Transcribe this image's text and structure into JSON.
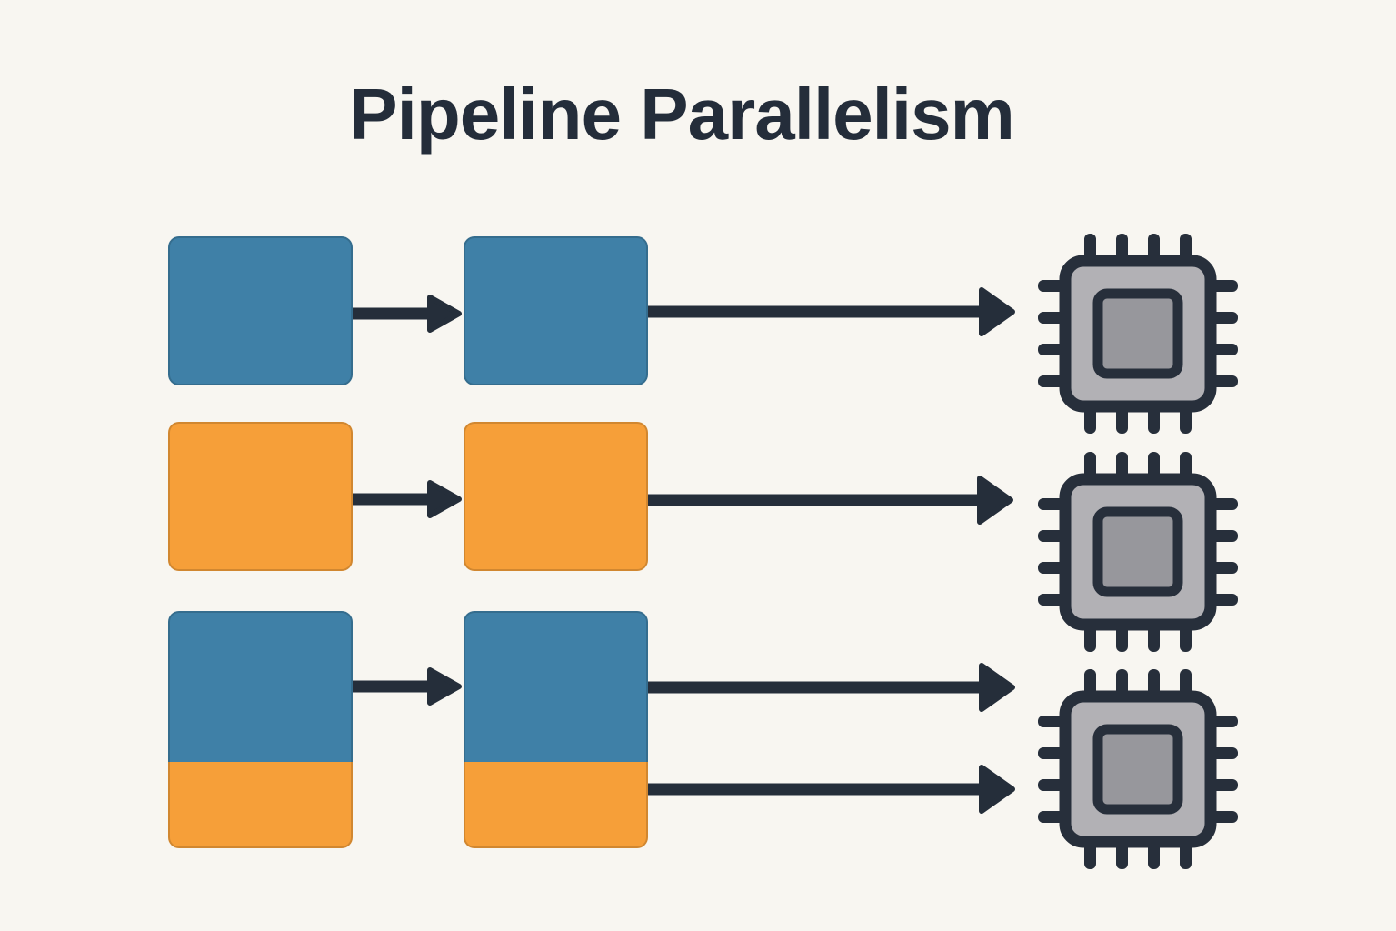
{
  "title": "Pipeline Parallelism",
  "palette": {
    "background": "#f8f6f1",
    "title_text": "#242d3a",
    "blue": "#3f80a7",
    "orange": "#f69f39",
    "arrow": "#252e3a",
    "chip_body": "#b2b1b5",
    "chip_core": "#97979c",
    "chip_outline": "#272f3b"
  },
  "diagram": {
    "rows": [
      {
        "name": "pipeline-row-1",
        "segments": [
          "blue"
        ],
        "stage_count": 2,
        "output_arrows": 1,
        "device": "chip-1"
      },
      {
        "name": "pipeline-row-2",
        "segments": [
          "orange"
        ],
        "stage_count": 2,
        "output_arrows": 1,
        "device": "chip-2"
      },
      {
        "name": "pipeline-row-3",
        "segments": [
          "blue",
          "orange"
        ],
        "stage_count": 2,
        "output_arrows": 2,
        "device": "chip-3"
      }
    ],
    "devices": [
      {
        "name": "chip-1",
        "icon": "processor-chip-icon"
      },
      {
        "name": "chip-2",
        "icon": "processor-chip-icon"
      },
      {
        "name": "chip-3",
        "icon": "processor-chip-icon"
      }
    ]
  }
}
